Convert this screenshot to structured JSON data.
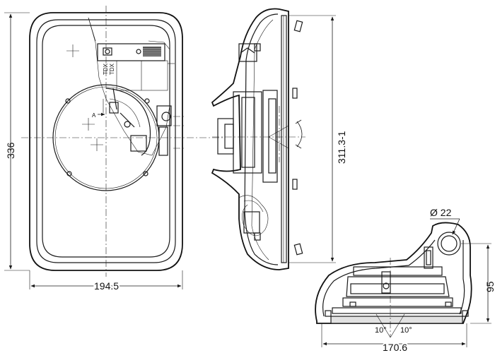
{
  "front_view": {
    "width_label": "194.5",
    "height_label": "336",
    "detail_label": "A"
  },
  "side_view": {
    "height_label": "311.3-1"
  },
  "section_view": {
    "diameter_label": "Ø 22",
    "height_label": "95",
    "width_label": "170.6",
    "tilt_left_label": "10°",
    "tilt_right_label": "10°"
  }
}
